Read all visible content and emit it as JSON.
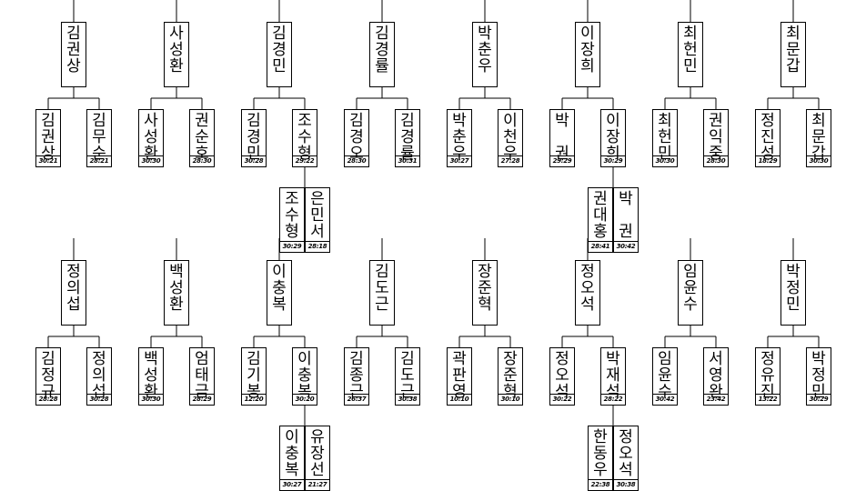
{
  "brackets": [
    {
      "winner": "김권상",
      "left": {
        "name": "김권상",
        "score": "30:21"
      },
      "right": {
        "name": "김무순",
        "score": "28:21"
      }
    },
    {
      "winner": "사성환",
      "left": {
        "name": "사성환",
        "score": "30:30"
      },
      "right": {
        "name": "권순호",
        "score": "28:30"
      }
    },
    {
      "winner": "김경민",
      "left": {
        "name": "김경민",
        "score": "30:28"
      },
      "right": {
        "name": "조수형",
        "score": "29:22"
      },
      "sub": {
        "left": {
          "name": "조수형",
          "score": "30:29"
        },
        "right": {
          "name": "은민서",
          "score": "28:18"
        }
      }
    },
    {
      "winner": "김경률",
      "left": {
        "name": "김경오",
        "score": "28:30"
      },
      "right": {
        "name": "김경률",
        "score": "30:31"
      }
    },
    {
      "winner": "박춘우",
      "left": {
        "name": "박춘우",
        "score": "30:27"
      },
      "right": {
        "name": "이천우",
        "score": "27:28"
      }
    },
    {
      "winner": "이장희",
      "left": {
        "name": "박 권",
        "score": "29:29"
      },
      "right": {
        "name": "이장희",
        "score": "30:29"
      },
      "sub": {
        "left": {
          "name": "권대홍",
          "score": "28:41"
        },
        "right": {
          "name": "박 권",
          "score": "30:42"
        }
      }
    },
    {
      "winner": "최헌민",
      "left": {
        "name": "최헌민",
        "score": "30:30"
      },
      "right": {
        "name": "권익중",
        "score": "28:30"
      }
    },
    {
      "winner": "최문갑",
      "left": {
        "name": "정진성",
        "score": "18:29"
      },
      "right": {
        "name": "최문갑",
        "score": "30:30"
      }
    },
    {
      "winner": "정의섭",
      "left": {
        "name": "김정규",
        "score": "28:28"
      },
      "right": {
        "name": "정의섭",
        "score": "30:28"
      }
    },
    {
      "winner": "백성환",
      "left": {
        "name": "백성환",
        "score": "30:30"
      },
      "right": {
        "name": "엄태금",
        "score": "28:29"
      }
    },
    {
      "winner": "이충복",
      "left": {
        "name": "김기봉",
        "score": "12:20"
      },
      "right": {
        "name": "이충복",
        "score": "30:20"
      },
      "sub": {
        "left": {
          "name": "이충복",
          "score": "30:27"
        },
        "right": {
          "name": "유장선",
          "score": "21:27"
        }
      }
    },
    {
      "winner": "김도근",
      "left": {
        "name": "김종근",
        "score": "26:37"
      },
      "right": {
        "name": "김도근",
        "score": "30:38"
      }
    },
    {
      "winner": "장준혁",
      "left": {
        "name": "곽판영",
        "score": "10:10"
      },
      "right": {
        "name": "장준혁",
        "score": "30:10"
      }
    },
    {
      "winner": "정오석",
      "left": {
        "name": "정오석",
        "score": "30:22"
      },
      "right": {
        "name": "박재석",
        "score": "28:22"
      },
      "sub": {
        "left": {
          "name": "한동우",
          "score": "22:38"
        },
        "right": {
          "name": "정오석",
          "score": "30:38"
        }
      }
    },
    {
      "winner": "임윤수",
      "left": {
        "name": "임윤수",
        "score": "30:42"
      },
      "right": {
        "name": "서영완",
        "score": "23:42"
      }
    },
    {
      "winner": "박정민",
      "left": {
        "name": "정유진",
        "score": "13:22"
      },
      "right": {
        "name": "박정민",
        "score": "30:29"
      }
    }
  ]
}
